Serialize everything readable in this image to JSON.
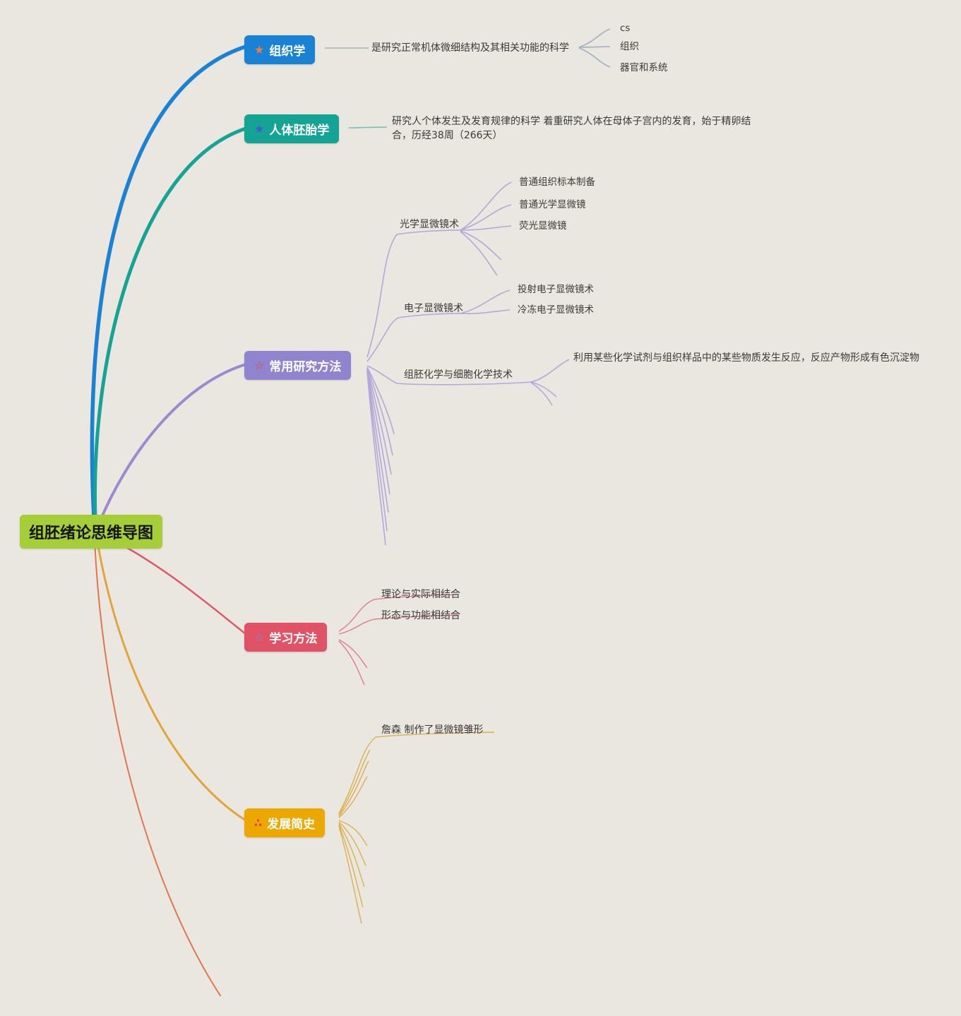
{
  "title": "组胚绪论思维导图",
  "colors": {
    "background": "#e9e7df",
    "root": "#a6ce39",
    "histology": "#1a82d4",
    "embryology": "#14a394",
    "methods": "#9184ce",
    "study": "#e05265",
    "history": "#eca800"
  },
  "root": {
    "label": "组胚绪论思维导图"
  },
  "branches": [
    {
      "label": "组织学",
      "icon": "orange-star",
      "color": "#1a82d4",
      "children": [
        {
          "label": "是研究正常机体微细结构及其相关功能的科学",
          "children": [
            {
              "label": "cs"
            },
            {
              "label": "组织"
            },
            {
              "label": "器官和系统"
            }
          ]
        }
      ]
    },
    {
      "label": "人体胚胎学",
      "icon": "blue-star",
      "color": "#14a394",
      "children": [
        {
          "label": "研究人个体发生及发育规律的科学 着重研究人体在母体子宫内的发育，始于精卵结合，历经38周（266天）"
        }
      ]
    },
    {
      "label": "常用研究方法",
      "icon": "red-outline-star",
      "color": "#9184ce",
      "children": [
        {
          "label": "光学显微镜术",
          "children": [
            {
              "label": "普通组织标本制备"
            },
            {
              "label": "普通光学显微镜"
            },
            {
              "label": "荧光显微镜"
            }
          ]
        },
        {
          "label": "电子显微镜术",
          "children": [
            {
              "label": "投射电子显微镜术"
            },
            {
              "label": "冷冻电子显微镜术"
            }
          ]
        },
        {
          "label": "组胚化学与细胞化学技术",
          "children": [
            {
              "label": "利用某些化学试剂与组织样品中的某些物质发生反应，反应产物形成有色沉淀物"
            }
          ]
        }
      ]
    },
    {
      "label": "学习方法",
      "icon": "blue-outline-star",
      "color": "#e05265",
      "children": [
        {
          "label": "理论与实际相结合"
        },
        {
          "label": "形态与功能相结合"
        }
      ]
    },
    {
      "label": "发展简史",
      "icon": "red-spark",
      "color": "#eca800",
      "children": [
        {
          "label": "詹森 制作了显微镜雏形"
        }
      ]
    }
  ]
}
